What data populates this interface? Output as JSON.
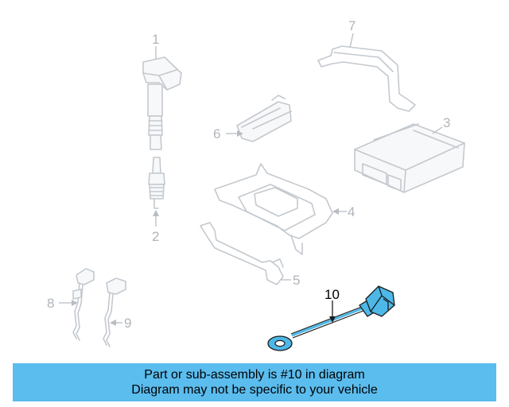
{
  "diagram": {
    "callouts": [
      {
        "id": "1",
        "label": "1"
      },
      {
        "id": "2",
        "label": "2"
      },
      {
        "id": "3",
        "label": "3"
      },
      {
        "id": "4",
        "label": "4"
      },
      {
        "id": "5",
        "label": "5"
      },
      {
        "id": "6",
        "label": "6"
      },
      {
        "id": "7",
        "label": "7"
      },
      {
        "id": "8",
        "label": "8"
      },
      {
        "id": "9",
        "label": "9"
      },
      {
        "id": "10",
        "label": "10"
      }
    ],
    "highlight_color": "#4db8e8",
    "muted_color": "#c4c9cf"
  },
  "banner": {
    "line1": "Part or sub-assembly is #10 in diagram",
    "line2": "Diagram may not be specific to your vehicle",
    "color": "#5bbcee"
  }
}
